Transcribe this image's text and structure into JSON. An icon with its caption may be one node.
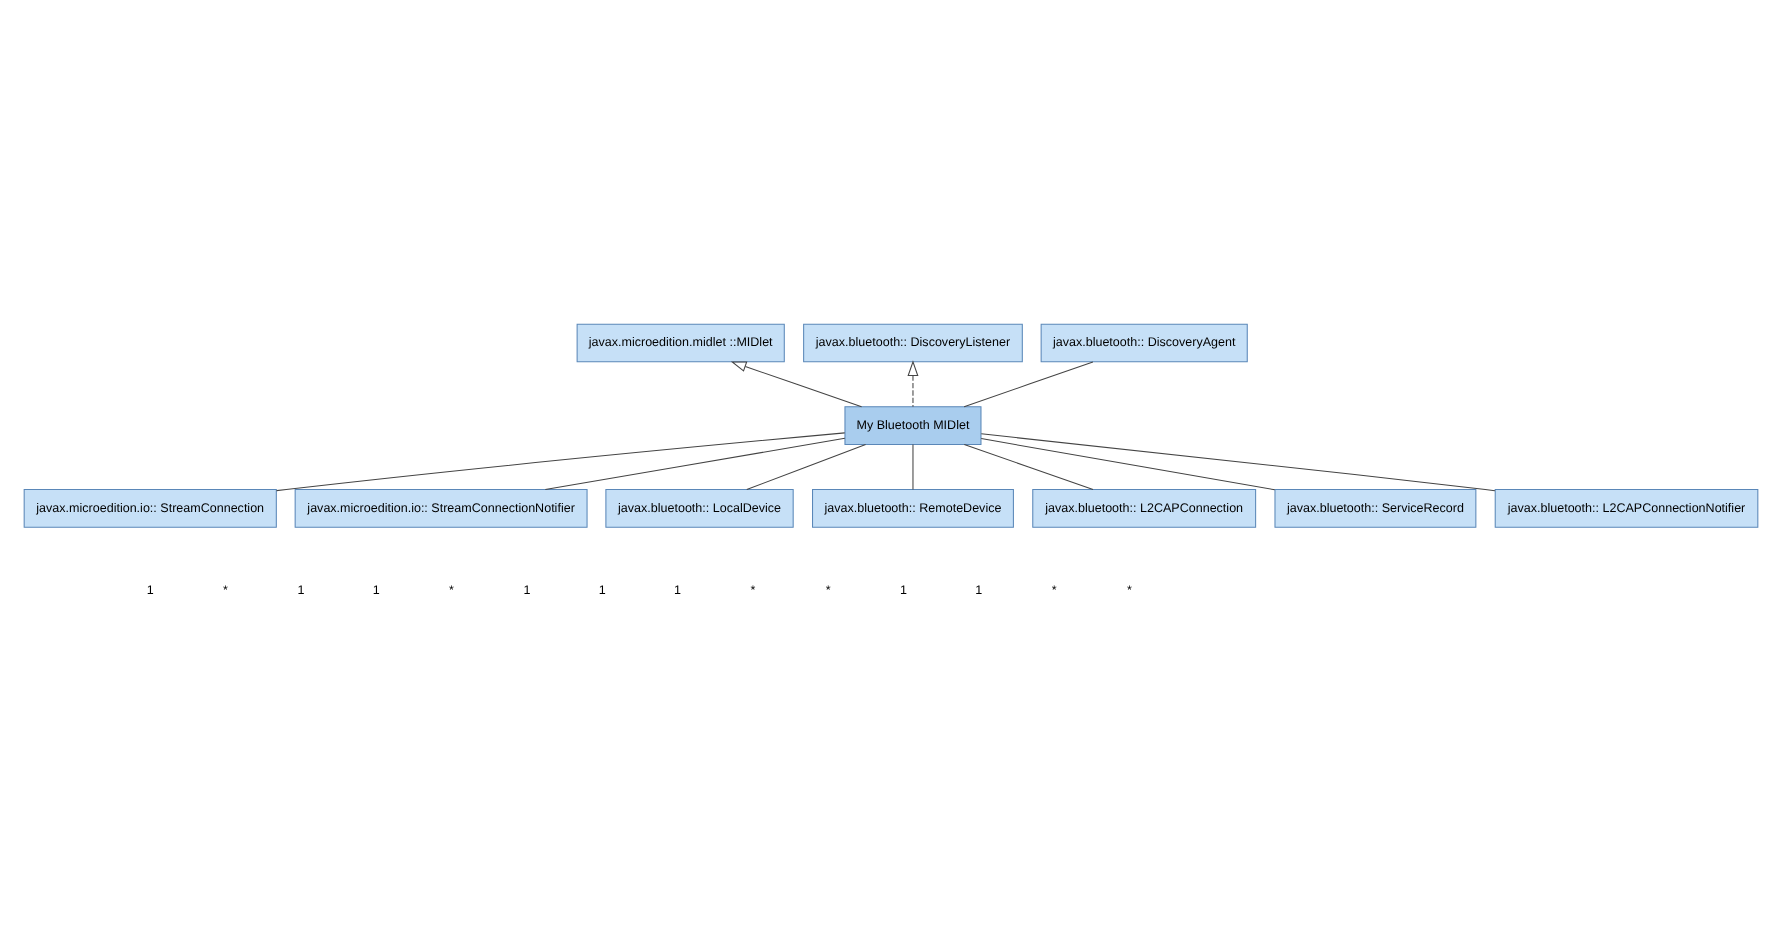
{
  "diagram": {
    "nodes": [
      {
        "text": [
          "javax.microedition.midlet ::MIDlet"
        ]
      },
      {
        "text": [
          "javax.bluetooth:: DiscoveryListener"
        ]
      },
      {
        "text": [
          "javax.bluetooth:: DiscoveryAgent"
        ]
      },
      {
        "text": [
          "My Bluetooth MIDlet"
        ]
      },
      {
        "text": [
          "javax.microedition.io:: StreamConnection"
        ]
      },
      {
        "text": [
          "javax.microedition.io:: StreamConnectionNotifier"
        ]
      },
      {
        "text": [
          "javax.bluetooth:: LocalDevice"
        ]
      },
      {
        "text": [
          "javax.bluetooth:: RemoteDevice"
        ]
      },
      {
        "text": [
          "javax.bluetooth:: L2CAPConnection"
        ]
      },
      {
        "text": [
          "javax.bluetooth:: ServiceRecord"
        ]
      },
      {
        "text": [
          "javax.bluetooth:: L2CAPConnectionNotifier"
        ]
      }
    ],
    "edges": [
      {
        "from": 3,
        "to": 0,
        "arrow": "to"
      },
      {
        "from": 3,
        "to": 1,
        "arrow": "to",
        "style": "dashed"
      },
      {
        "from": 3,
        "to": 2,
        "arrow": "none"
      },
      {
        "from": 3,
        "to": 4,
        "arrow": "none"
      },
      {
        "from": 3,
        "to": 5,
        "arrow": "none"
      },
      {
        "from": 3,
        "to": 6,
        "arrow": "none"
      },
      {
        "from": 3,
        "to": 8,
        "arrow": "none"
      },
      {
        "from": 3,
        "to": 7,
        "arrow": "none"
      },
      {
        "from": 3,
        "to": 9,
        "arrow": "none"
      },
      {
        "from": 3,
        "to": 10,
        "arrow": "none"
      }
    ],
    "labels": [
      "1",
      "*",
      "1",
      "1",
      "*",
      "1",
      "1",
      "1",
      "*",
      "*",
      "1",
      "1",
      "*",
      "*"
    ]
  }
}
